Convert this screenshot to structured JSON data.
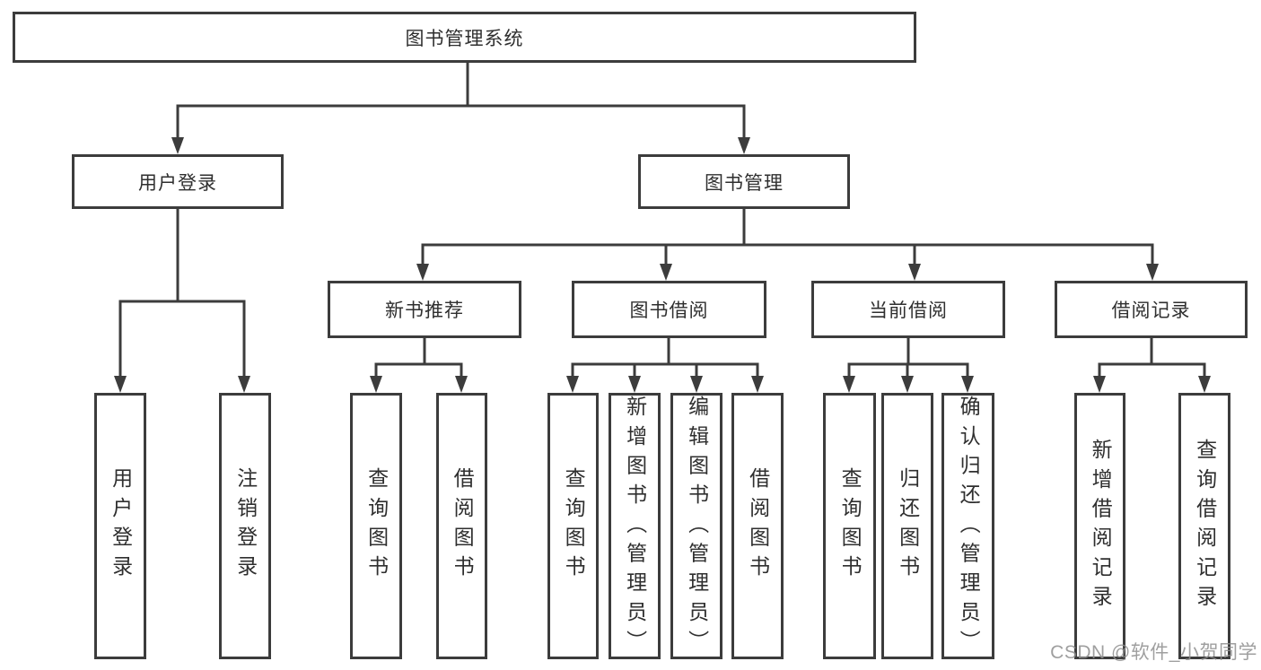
{
  "diagram": {
    "root": {
      "label": "图书管理系统"
    },
    "branches": {
      "user": {
        "label": "用户登录",
        "children": [
          {
            "label": "用户登录"
          },
          {
            "label": "注销登录"
          }
        ]
      },
      "book": {
        "label": "图书管理",
        "sections": [
          {
            "label": "新书推荐",
            "children": [
              {
                "label": "查询图书"
              },
              {
                "label": "借阅图书"
              }
            ]
          },
          {
            "label": "图书借阅",
            "children": [
              {
                "label": "查询图书"
              },
              {
                "label": "新增图书（管理员）"
              },
              {
                "label": "编辑图书（管理员）"
              },
              {
                "label": "借阅图书"
              }
            ]
          },
          {
            "label": "当前借阅",
            "children": [
              {
                "label": "查询图书"
              },
              {
                "label": "归还图书"
              },
              {
                "label": "确认归还（管理员）"
              }
            ]
          },
          {
            "label": "借阅记录",
            "children": [
              {
                "label": "新增借阅记录"
              },
              {
                "label": "查询借阅记录"
              }
            ]
          }
        ]
      }
    }
  },
  "watermark": {
    "text": "CSDN @软件_小贺同学"
  },
  "colors": {
    "line": "#3c3c3c",
    "text": "#2f2f2f",
    "background": "#ffffff",
    "watermark": "#8f8f8f"
  }
}
